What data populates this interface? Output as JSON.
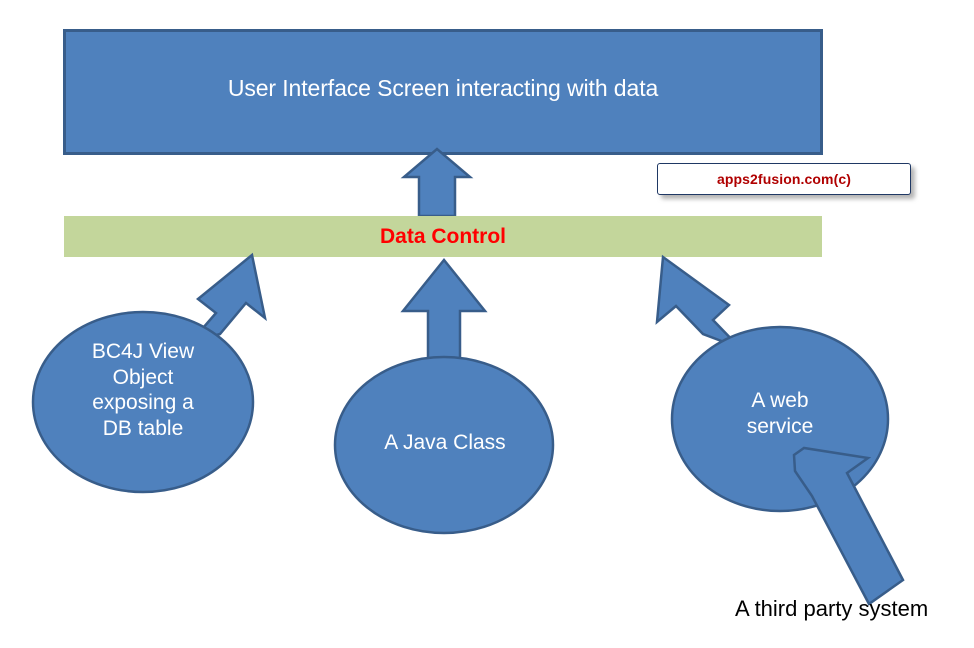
{
  "diagram": {
    "title_block": {
      "label": "User Interface Screen interacting with data",
      "fill": "#4F81BD",
      "stroke": "#385D8A",
      "text_color": "#FFFFFF"
    },
    "data_control_bar": {
      "label": "Data Control",
      "fill": "#C3D69B",
      "text_color": "#FF0000"
    },
    "sources": [
      {
        "id": "bc4j",
        "label": "BC4J View\nObject\nexposing a\nDB table",
        "shape": "ellipse",
        "fill": "#4F81BD",
        "stroke": "#385D8A",
        "text_color": "#FFFFFF"
      },
      {
        "id": "java-class",
        "label": "A Java Class",
        "shape": "ellipse",
        "fill": "#4F81BD",
        "stroke": "#385D8A",
        "text_color": "#FFFFFF"
      },
      {
        "id": "web-service",
        "label": "A web\nservice",
        "shape": "ellipse",
        "fill": "#4F81BD",
        "stroke": "#385D8A",
        "text_color": "#FFFFFF"
      }
    ],
    "external_actor": {
      "id": "third-party",
      "label": "A third party system",
      "text_color": "#000000"
    },
    "arrows": [
      {
        "id": "data-control-to-ui",
        "direction": "up",
        "from": "data-control-bar",
        "to": "title_block"
      },
      {
        "id": "bc4j-to-data-control",
        "direction": "up-right",
        "from": "bc4j",
        "to": "data-control-bar"
      },
      {
        "id": "java-to-data-control",
        "direction": "up",
        "from": "java-class",
        "to": "data-control-bar"
      },
      {
        "id": "web-service-to-data-control",
        "direction": "up-left",
        "from": "web-service",
        "to": "data-control-bar"
      },
      {
        "id": "third-party-to-web-service",
        "direction": "up-left",
        "from": "third-party",
        "to": "web-service"
      }
    ],
    "watermark": {
      "text": "apps2fusion.com(c)",
      "text_color": "#B00000",
      "border_color": "#1F3864",
      "background": "#FFFFFF"
    },
    "palette": {
      "shape_blue": "#4F81BD",
      "shape_blue_border": "#385D8A",
      "bar_green": "#C3D69B",
      "red_text": "#FF0000",
      "dark_red_text": "#B00000",
      "white": "#FFFFFF",
      "black": "#000000"
    }
  }
}
